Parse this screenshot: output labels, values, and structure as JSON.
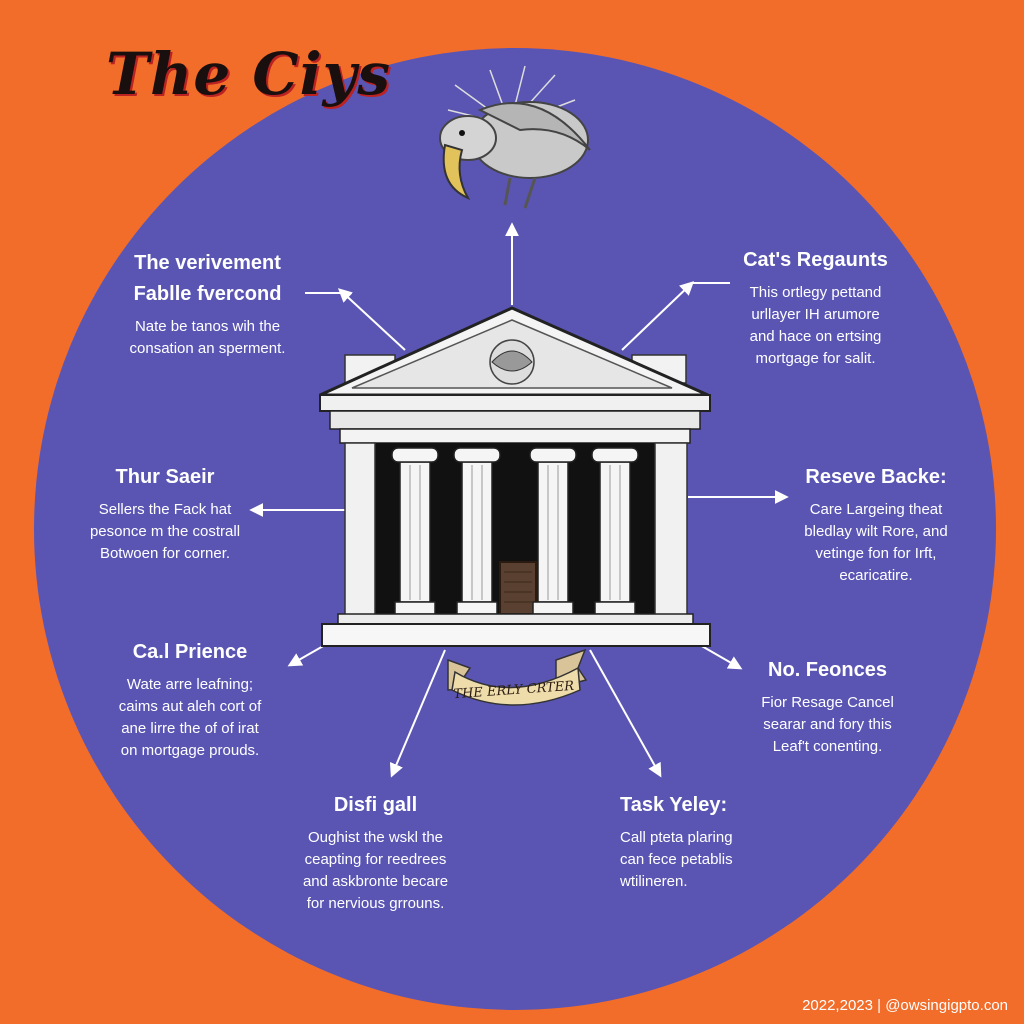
{
  "masthead": "The Ciys",
  "center": {
    "banner": "THE ERLY CRTER"
  },
  "blocks": {
    "top_left": {
      "title_line1": "The verivement",
      "title_line2": "Fablle fvercond",
      "body": [
        "Nate be tanos wih the",
        "consation an sperment."
      ]
    },
    "top_right": {
      "title": "Cat's Regaunts",
      "body": [
        "This ortlegy pettand",
        "urllayer IH arumore",
        "and hace on ertsing",
        "mortgage for salit."
      ]
    },
    "mid_left": {
      "title": "Thur Saeir",
      "body": [
        "Sellers the Fack hat",
        "pesonce m the costrall",
        "Botwoen for corner."
      ]
    },
    "mid_right": {
      "title": "Reseve Backe:",
      "body": [
        "Care Largeing theat",
        "bledlay wilt Rore, and",
        "vetinge fon for Irft,",
        "ecaricatire."
      ]
    },
    "low_left": {
      "title": "Ca.l Prience",
      "body": [
        "Wate arre leafning;",
        "caims aut aleh cort of",
        "ane lirre the of of irat",
        "on mortgage prouds."
      ]
    },
    "low_right": {
      "title": "No. Feonces",
      "body": [
        "Fior Resage Cancel",
        "searar and fory this",
        "Leaf't conenting."
      ]
    },
    "bottom_left": {
      "title": "Disfi gall",
      "body": [
        "Oughist the wskl the",
        "ceapting for reedrees",
        "and askbronte becare",
        "for nervious grrouns."
      ]
    },
    "bottom_right": {
      "title": "Task Yeley:",
      "body": [
        "Call pteta plaring",
        "can fece petablis",
        "wtilineren."
      ]
    }
  },
  "footer": "2022,2023  |  @owsingigpto.con",
  "colors": {
    "background": "#f26c2a",
    "circle": "#5a55b3",
    "text": "#ffffff"
  }
}
